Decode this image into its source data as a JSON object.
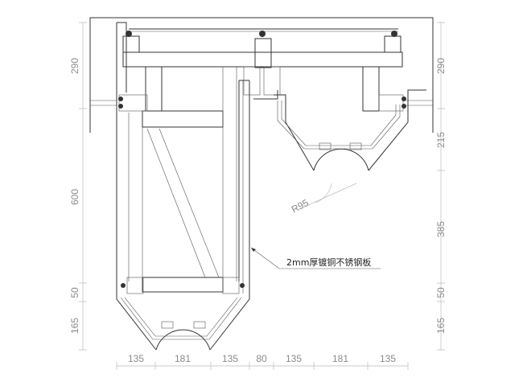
{
  "drawing": {
    "left_dims": [
      "290",
      "600",
      "50",
      "165"
    ],
    "right_dims": [
      "290",
      "215",
      "385",
      "50",
      "165"
    ],
    "bottom_dims": [
      "135",
      "181",
      "135",
      "80",
      "135",
      "181",
      "135"
    ],
    "radius_label": "R95",
    "callout": "2mm厚镀铜不锈钢板"
  }
}
